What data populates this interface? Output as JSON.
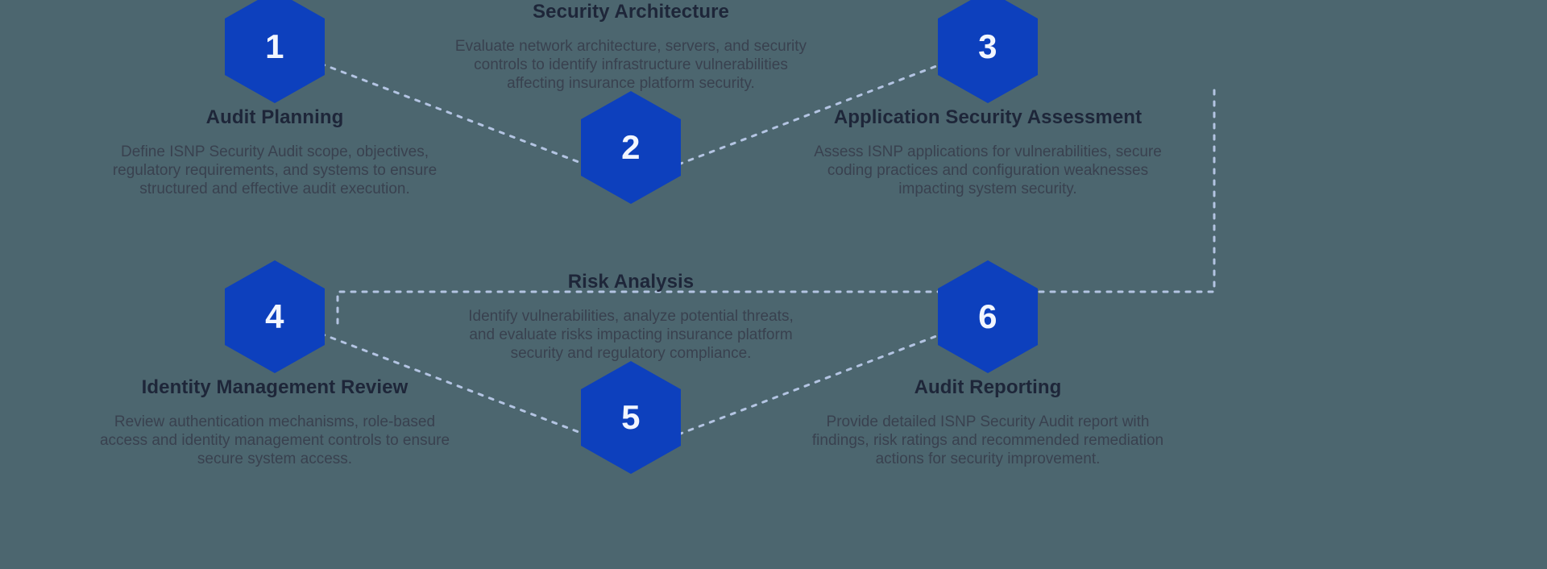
{
  "theme": {
    "background": "#4c666f",
    "hex_fill": "#0d40bd",
    "hex_number_color": "#f2f6ff",
    "title_color": "#1e2639",
    "description_color": "#39414f",
    "connector_color": "#b3c4e2"
  },
  "diagram": {
    "type": "hexagon-process-flow",
    "rows": 2,
    "columns": 3,
    "step_count": 6
  },
  "steps": [
    {
      "number": "1",
      "title": "Audit Planning",
      "description": "Define ISNP Security Audit scope, objectives, regulatory requirements, and systems to ensure structured and effective audit execution.",
      "title_position": "below"
    },
    {
      "number": "2",
      "title": "Security Architecture",
      "description": "Evaluate network architecture, servers, and security controls to identify infrastructure vulnerabilities affecting insurance platform security.",
      "title_position": "above"
    },
    {
      "number": "3",
      "title": "Application Security Assessment",
      "description": "Assess ISNP applications for vulnerabilities, secure coding practices and configuration weaknesses impacting system security.",
      "title_position": "below"
    },
    {
      "number": "4",
      "title": "Identity Management Review",
      "description": "Review authentication mechanisms, role-based access and identity management controls to ensure secure system access.",
      "title_position": "below"
    },
    {
      "number": "5",
      "title": "Risk Analysis",
      "description": "Identify vulnerabilities, analyze potential threats, and evaluate risks impacting insurance platform security and regulatory compliance.",
      "title_position": "above"
    },
    {
      "number": "6",
      "title": "Audit Reporting",
      "description": "Provide detailed ISNP Security Audit report with findings, risk ratings and recommended remediation actions for security improvement.",
      "title_position": "below"
    }
  ]
}
